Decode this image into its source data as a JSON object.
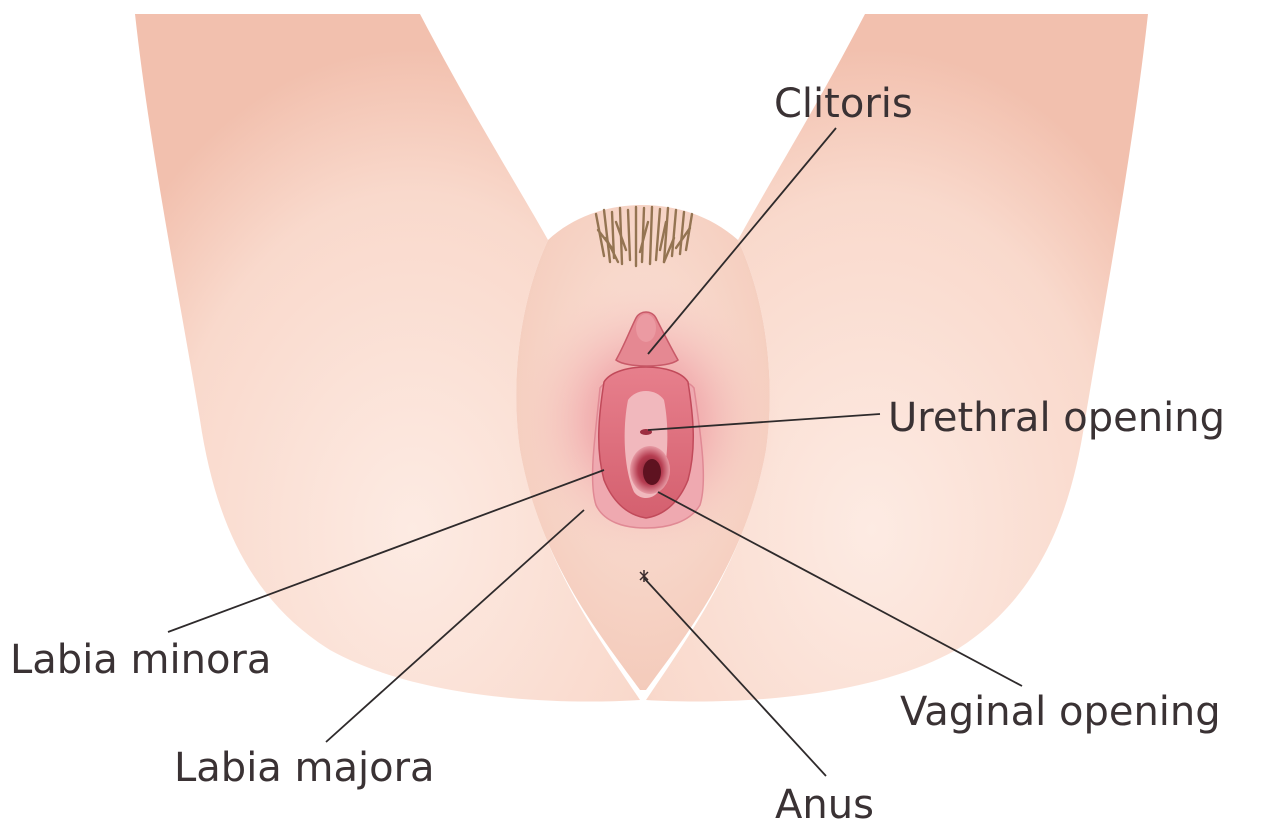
{
  "labels": {
    "clitoris": "Clitoris",
    "urethral_opening": "Urethral opening",
    "labia_minora": "Labia minora",
    "vaginal_opening": "Vaginal opening",
    "labia_majora": "Labia majora",
    "anus": "Anus"
  },
  "colors": {
    "skin_light": "#fde6dc",
    "skin_mid": "#f6c9b9",
    "skin_shadow": "#eeb6a4",
    "tissue_pink": "#e98c96",
    "tissue_deep": "#c9505e",
    "tissue_dark": "#8e2a3a",
    "hair": "#8a6a46",
    "leader_line": "#2e2a2b",
    "label_text": "#3a3234"
  }
}
